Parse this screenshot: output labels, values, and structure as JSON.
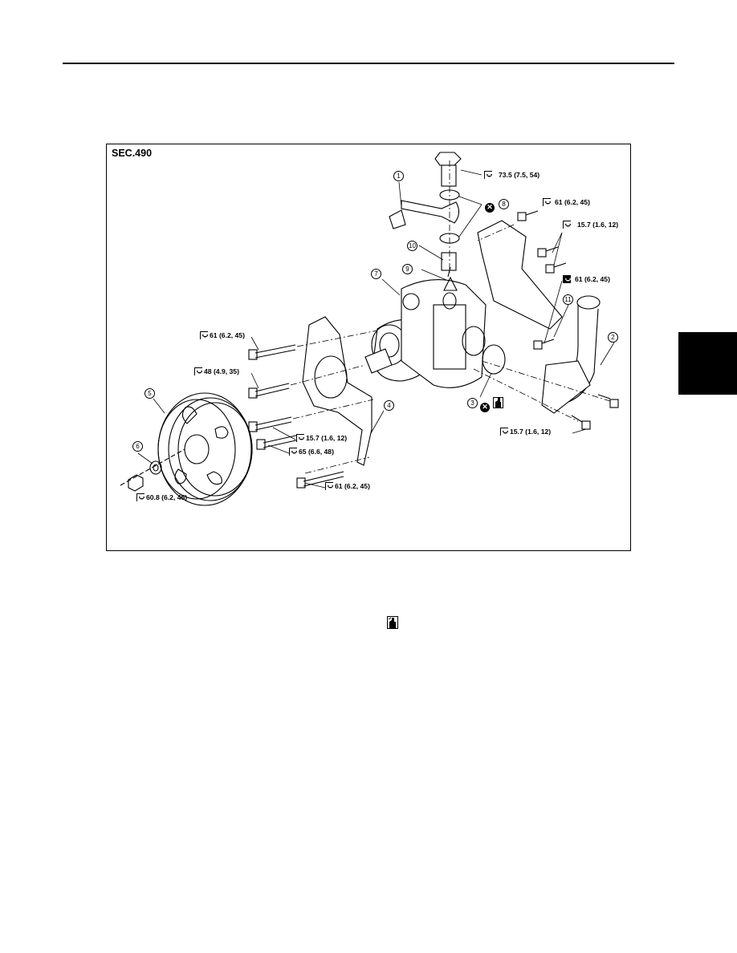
{
  "section": "SEC.490",
  "torques": {
    "t1": "73.5 (7.5, 54)",
    "t2": "61 (6.2, 45)",
    "t3": "15.7 (1.6, 12)",
    "t4": "61 (6.2, 45)",
    "t5": "61 (6.2, 45)",
    "t6": "48 (4.9, 35)",
    "t7": "15.7 (1.6, 12)",
    "t8": "65 (6.6, 48)",
    "t9": "61 (6.2, 45)",
    "t10": "60.8 (6.2, 45)",
    "t11": "15.7 (1.6, 12)"
  },
  "callouts": {
    "c1": "1",
    "c2": "2",
    "c3": "3",
    "c4": "4",
    "c5": "5",
    "c6": "6",
    "c7": "7",
    "c8": "8",
    "c9": "9",
    "c10": "10",
    "c11": "11"
  },
  "icons": {
    "wrench": "wrench-icon",
    "replace": "discard-replace-icon",
    "fluid": "fluid-apply-icon"
  }
}
